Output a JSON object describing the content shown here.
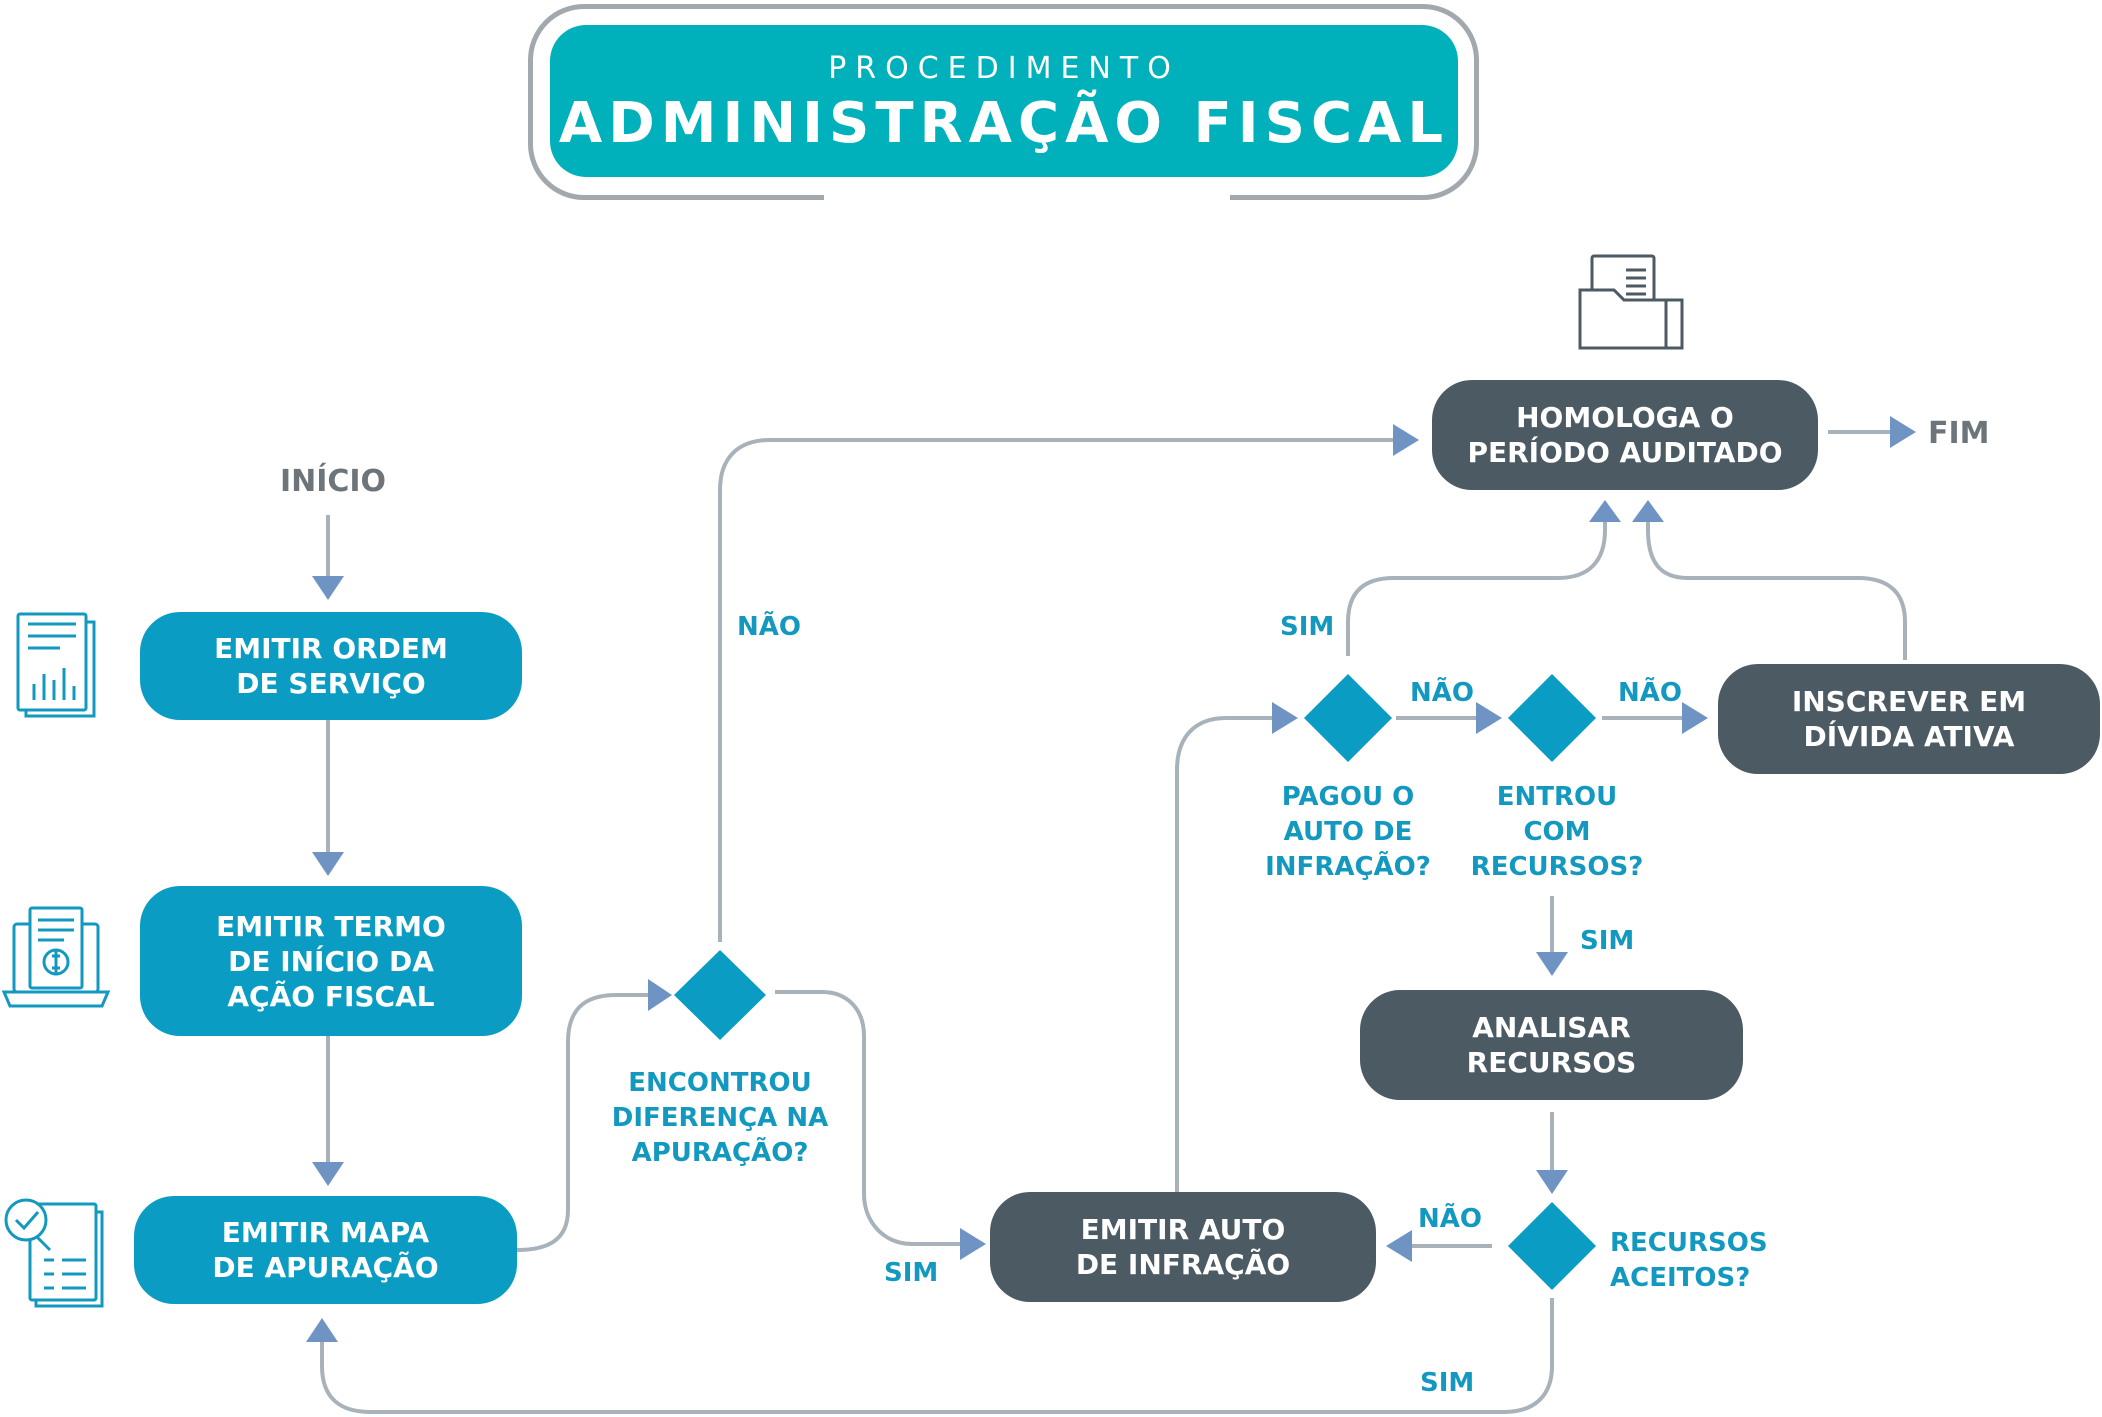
{
  "title": {
    "subtitle": "PROCEDIMENTO",
    "main": "ADMINISTRAÇÃO FISCAL"
  },
  "terminals": {
    "start": "INÍCIO",
    "end": "FIM"
  },
  "steps": {
    "ordem_servico": "EMITIR ORDEM\nDE SERVIÇO",
    "termo_inicio": "EMITIR TERMO\nDE INÍCIO DA\nAÇÃO FISCAL",
    "mapa_apuracao": "EMITIR MAPA\nDE APURAÇÃO",
    "auto_infracao": "EMITIR AUTO\nDE INFRAÇÃO",
    "analisar_recursos": "ANALISAR\nRECURSOS",
    "homologa": "HOMOLOGA O\nPERÍODO AUDITADO",
    "divida_ativa": "INSCREVER EM\nDÍVIDA ATIVA"
  },
  "decisions": {
    "diferenca": "ENCONTROU\nDIFERENÇA NA\nAPURAÇÃO?",
    "pagou": "PAGOU O\nAUTO DE\nINFRAÇÃO?",
    "entrou_recursos": "ENTROU\nCOM\nRECURSOS?",
    "recursos_aceitos": "RECURSOS ACEITOS?"
  },
  "edge_labels": {
    "diferenca_nao": "NÃO",
    "diferenca_sim": "SIM",
    "pagou_sim": "SIM",
    "pagou_nao": "NÃO",
    "entrou_nao": "NÃO",
    "entrou_sim": "SIM",
    "aceitos_nao": "NÃO",
    "aceitos_sim": "SIM"
  },
  "icons": [
    "report-chart-icon",
    "laptop-invoice-icon",
    "checklist-magnifier-icon",
    "folder-document-icon"
  ],
  "colors": {
    "process_blue": "#0a9cc2",
    "process_dark": "#4c5a63",
    "title_teal": "#00b1bc",
    "label_blue": "#1399c0",
    "connector_gray": "#a7b2bb",
    "arrow_blue": "#6f94c4",
    "frame_gray": "#a2a9ae"
  }
}
